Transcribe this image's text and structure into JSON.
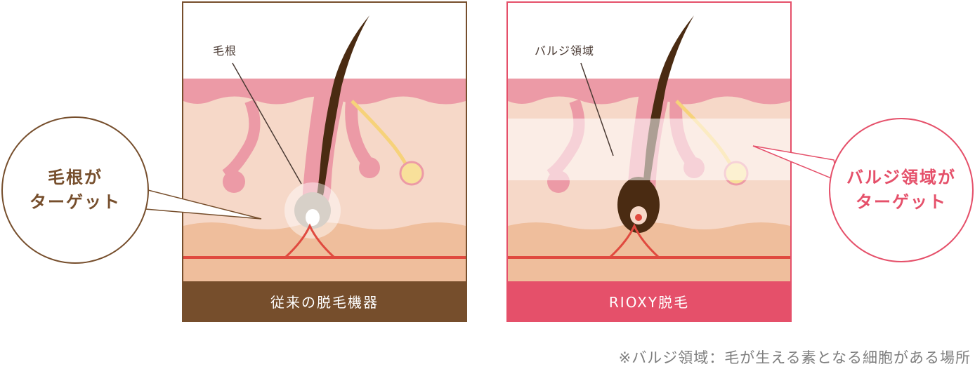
{
  "left_panel": {
    "label": "毛根",
    "caption": "従来の脱毛機器",
    "bubble_lines": [
      "毛根が",
      "ターゲット"
    ]
  },
  "right_panel": {
    "label": "バルジ領域",
    "caption": "RIOXY脱毛",
    "bubble_lines": [
      "バルジ領域が",
      "ターゲット"
    ]
  },
  "footnote": "※バルジ領域：毛が生える素となる細胞がある場所",
  "colors": {
    "brown": "#764e2c",
    "pink": "#e5506a",
    "skin_top": "#ec9aa6",
    "skin_mid": "#f6d8c8",
    "skin_low": "#efbe9c",
    "vessel": "#e04a3f",
    "hair": "#4a2b12"
  }
}
